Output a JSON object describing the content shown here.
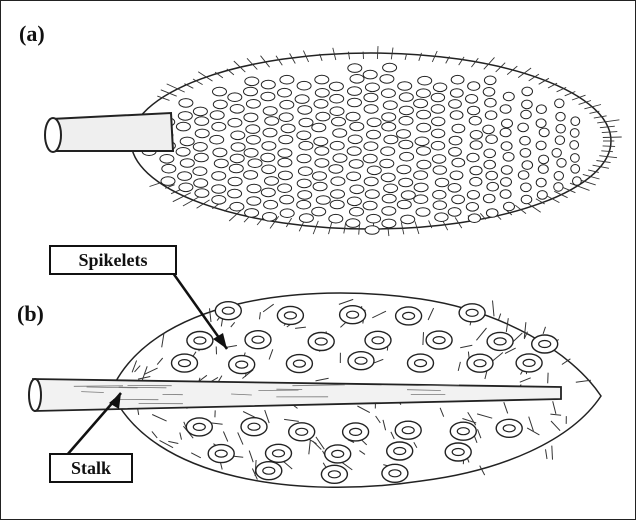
{
  "panels": {
    "a": "(a)",
    "b": "(b)"
  },
  "callouts": {
    "spikelets": "Spikelets",
    "stalk": "Stalk"
  },
  "colors": {
    "ink": "#111111",
    "background": "#ffffff",
    "stalk_fill": "#efefef"
  }
}
